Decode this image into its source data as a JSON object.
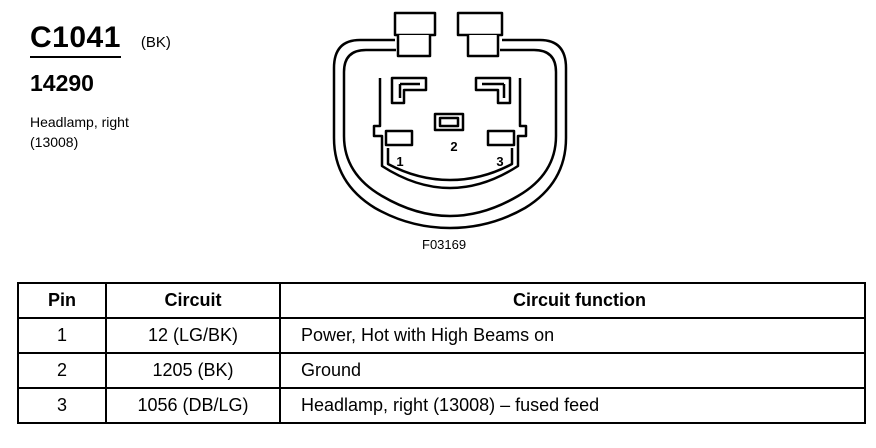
{
  "connector": {
    "id": "C1041",
    "color": "(BK)",
    "part_number": "14290",
    "description_line1": "Headlamp, right",
    "description_line2": "(13008)"
  },
  "diagram": {
    "pin_labels": [
      "1",
      "2",
      "3"
    ],
    "figure_code": "F03169"
  },
  "table": {
    "headers": {
      "pin": "Pin",
      "circuit": "Circuit",
      "function": "Circuit function"
    },
    "rows": [
      {
        "pin": "1",
        "circuit": "12 (LG/BK)",
        "function": "Power, Hot with High Beams on"
      },
      {
        "pin": "2",
        "circuit": "1205 (BK)",
        "function": "Ground"
      },
      {
        "pin": "3",
        "circuit": "1056 (DB/LG)",
        "function": "Headlamp, right (13008) – fused feed"
      }
    ]
  }
}
